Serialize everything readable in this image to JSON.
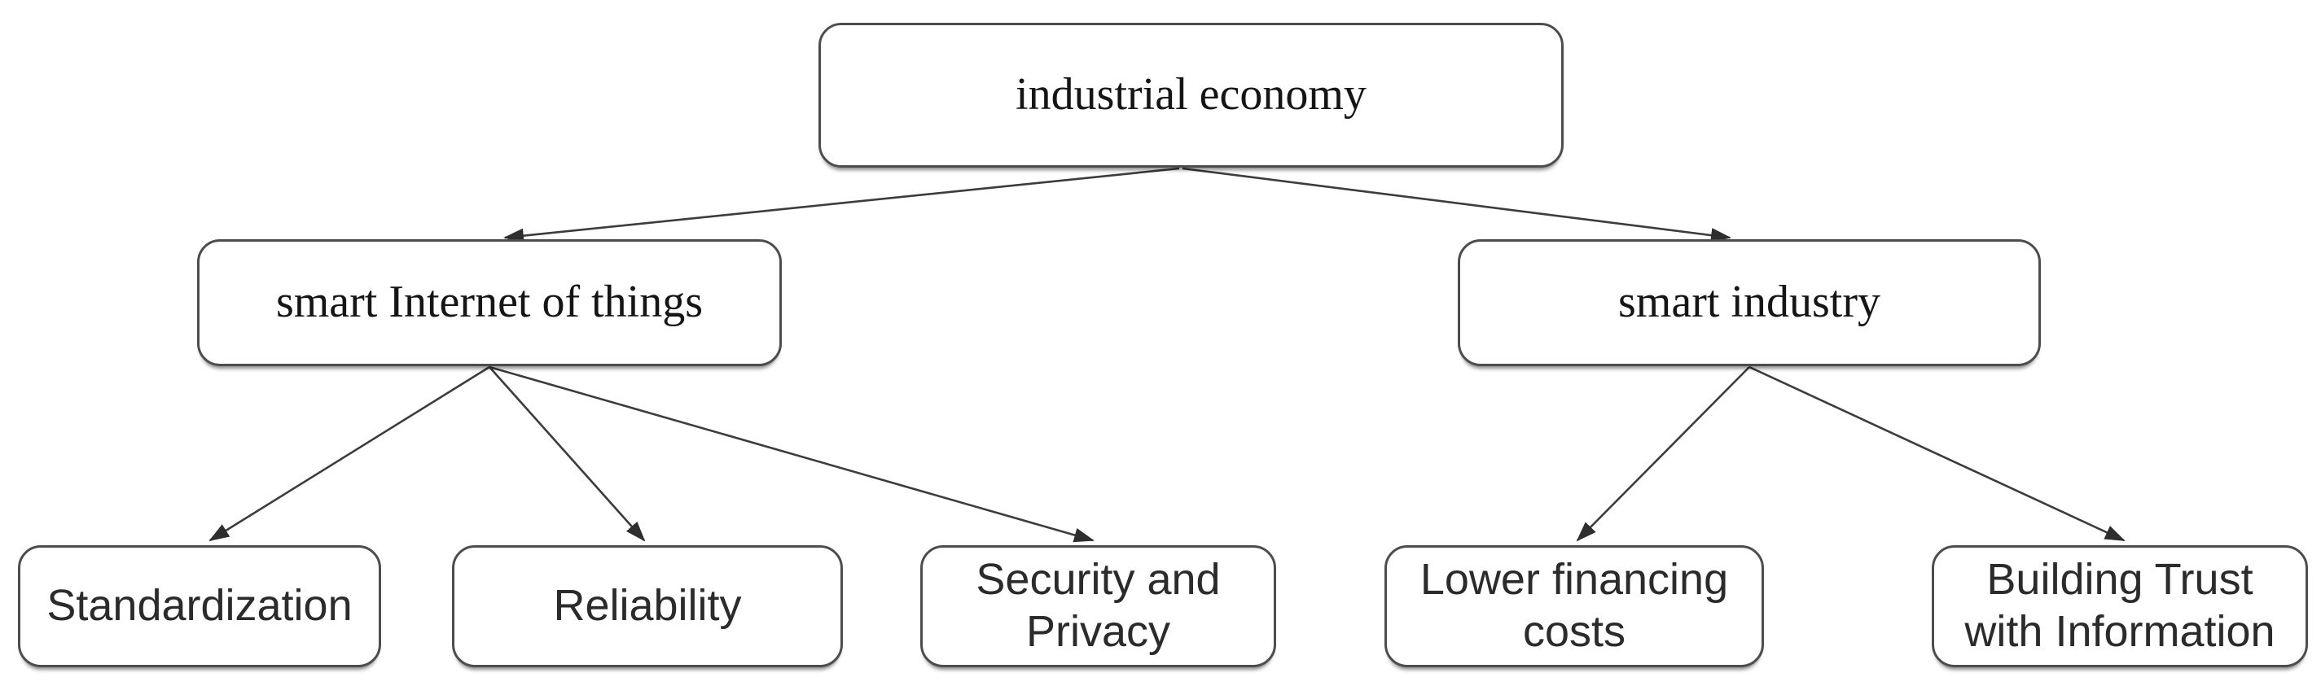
{
  "diagram": {
    "type": "tree",
    "background_color": "#ffffff",
    "line_color": "#3c3c3c",
    "box_border_color": "#4d4d4d",
    "box_fill_color": "#ffffff",
    "text_color": "#151515",
    "nodes": [
      {
        "id": "industrial-economy",
        "label": "industrial economy",
        "level": 1
      },
      {
        "id": "smart-iot",
        "label": "smart Internet of things",
        "level": 2
      },
      {
        "id": "smart-industry",
        "label": "smart industry",
        "level": 2
      },
      {
        "id": "standardization",
        "label": "Standardization",
        "level": 3
      },
      {
        "id": "reliability",
        "label": "Reliability",
        "level": 3
      },
      {
        "id": "security-privacy",
        "label": "Security and Privacy",
        "level": 3
      },
      {
        "id": "lower-financing-costs",
        "label": "Lower financing costs",
        "level": 3
      },
      {
        "id": "building-trust",
        "label": "Building Trust with Information",
        "level": 3
      }
    ],
    "edges": [
      {
        "from": "industrial-economy",
        "to": "smart-iot"
      },
      {
        "from": "industrial-economy",
        "to": "smart-industry"
      },
      {
        "from": "smart-iot",
        "to": "standardization"
      },
      {
        "from": "smart-iot",
        "to": "reliability"
      },
      {
        "from": "smart-iot",
        "to": "security-privacy"
      },
      {
        "from": "smart-industry",
        "to": "lower-financing-costs"
      },
      {
        "from": "smart-industry",
        "to": "building-trust"
      }
    ]
  }
}
